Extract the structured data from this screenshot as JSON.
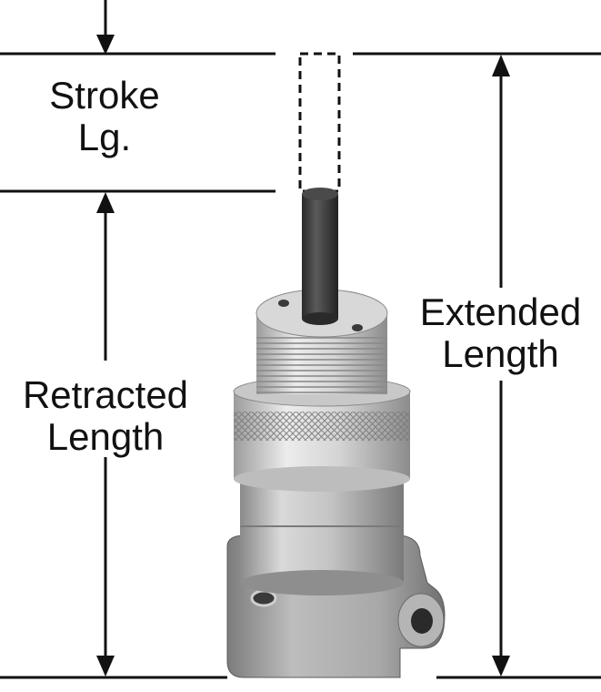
{
  "labels": {
    "stroke": [
      "Stroke",
      "Lg."
    ],
    "retracted": [
      "Retracted",
      "Length"
    ],
    "extended": [
      "Extended",
      "Length"
    ]
  },
  "colors": {
    "line": "#111111",
    "body_light": "#d2d2d2",
    "body_mid": "#a9a9a9",
    "body_dark": "#6e6e6e",
    "plunger": "#3a3a3a"
  }
}
